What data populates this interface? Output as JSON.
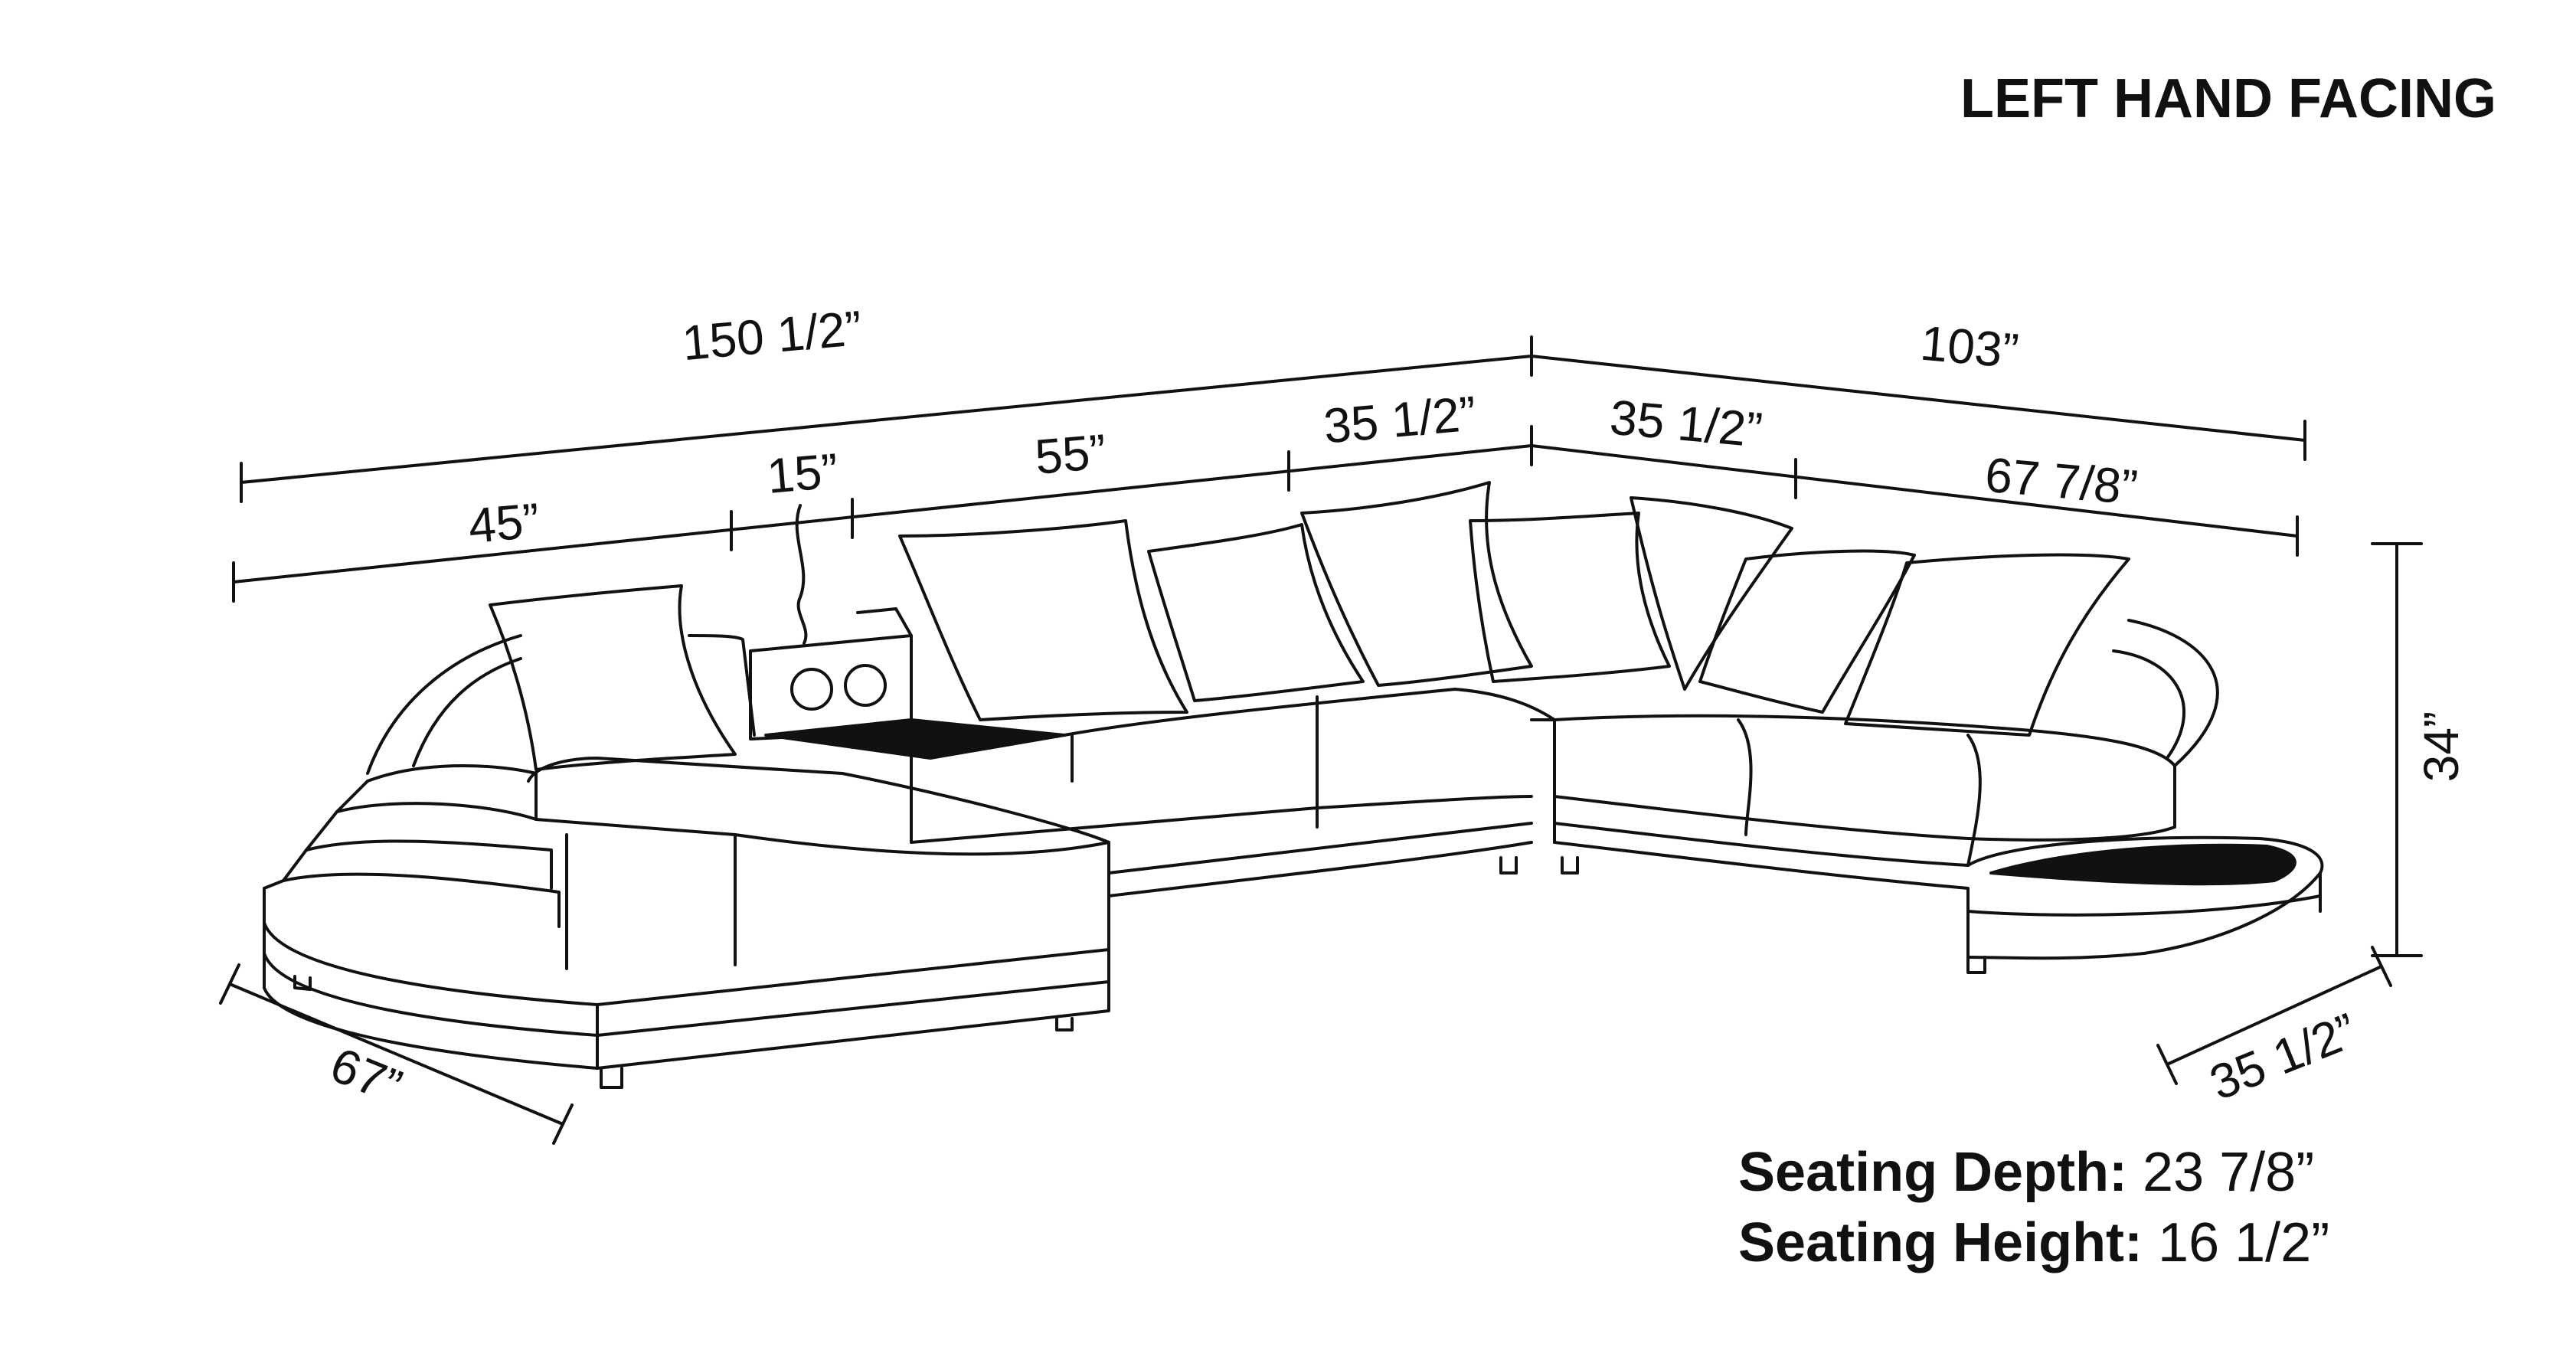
{
  "title": "LEFT HAND FACING",
  "dimensions": {
    "overall_left_width": "150 1/2”",
    "overall_right_width": "103”",
    "left_chaise": "45”",
    "console": "15”",
    "middle_section": "55”",
    "corner_left": "35 1/2”",
    "corner_right": "35 1/2”",
    "right_section": "67 7/8”",
    "height": "34”",
    "chaise_depth": "67”",
    "end_depth": "35 1/2”"
  },
  "specs": {
    "seating_depth_label": "Seating Depth:",
    "seating_depth_value": "23 7/8”",
    "seating_height_label": "Seating Height:",
    "seating_height_value": "16 1/2”"
  }
}
